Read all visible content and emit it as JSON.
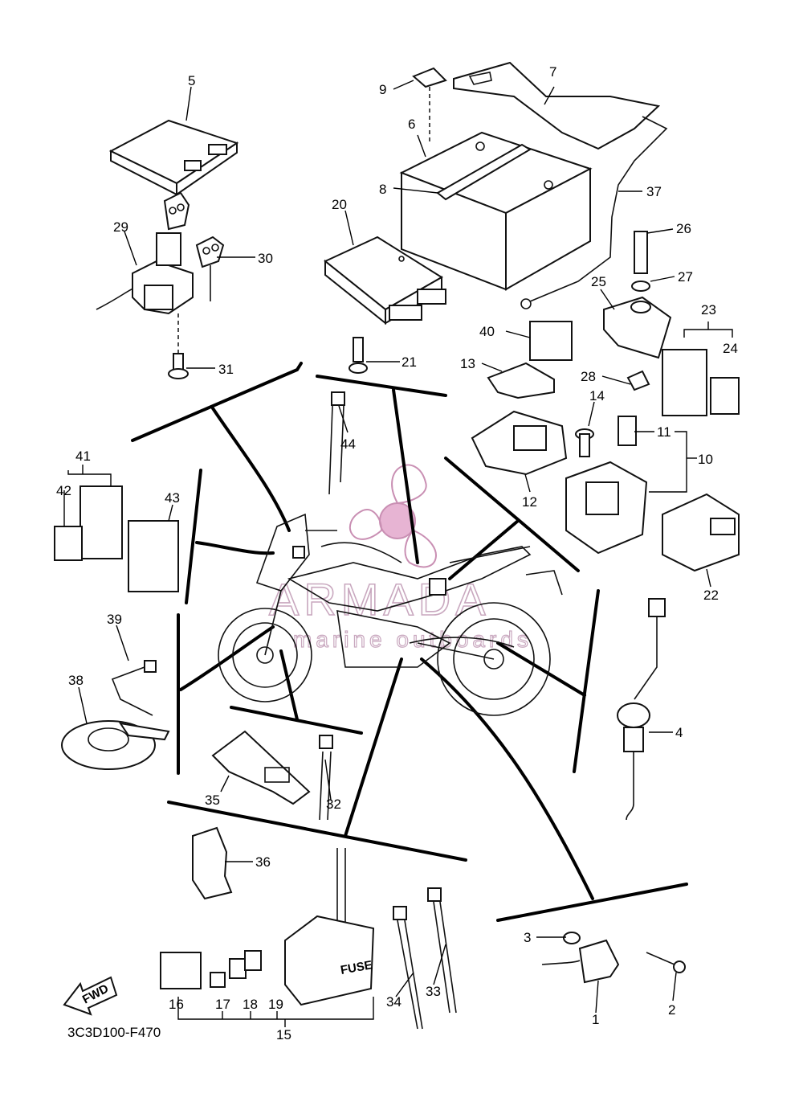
{
  "diagram_code": "3C3D100-F470",
  "fwd_label": "FWD",
  "fuse_label": "FUSE",
  "watermark": {
    "brand": "ARMADA",
    "tagline": "marine outboards",
    "color": "#c9a8bf"
  },
  "callouts": {
    "n1": "1",
    "n2": "2",
    "n3": "3",
    "n4": "4",
    "n5": "5",
    "n6": "6",
    "n7": "7",
    "n8": "8",
    "n9": "9",
    "n10": "10",
    "n11": "11",
    "n12": "12",
    "n13": "13",
    "n14": "14",
    "n15": "15",
    "n16": "16",
    "n17": "17",
    "n18": "18",
    "n19": "19",
    "n20": "20",
    "n21": "21",
    "n22": "22",
    "n23": "23",
    "n24": "24",
    "n25": "25",
    "n26": "26",
    "n27": "27",
    "n28": "28",
    "n29": "29",
    "n30": "30",
    "n31": "31",
    "n32": "32",
    "n33": "33",
    "n34": "34",
    "n35": "35",
    "n36": "36",
    "n37": "37",
    "n38": "38",
    "n39": "39",
    "n40": "40",
    "n41": "41",
    "n42": "42",
    "n43": "43",
    "n44": "44"
  }
}
